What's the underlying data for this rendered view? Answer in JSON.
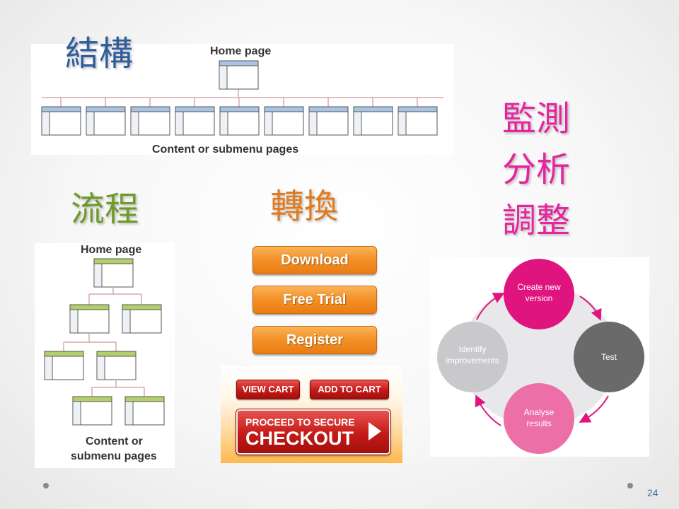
{
  "headings": {
    "structure": "結構",
    "flow": "流程",
    "conversion": "轉換",
    "monitor_lines": [
      "監測",
      "分析",
      "調整"
    ]
  },
  "colors": {
    "structure_heading": "#2f5c9a",
    "flow_heading": "#6e9a2a",
    "conversion_heading": "#e07a1e",
    "monitor_heading": "#e6249e",
    "blue_header": "#a7c4e3",
    "green_header": "#b2d06a",
    "connector": "#d9a9a9",
    "cycle_magenta": "#e0147f",
    "cycle_gray_dark": "#6a6a6a",
    "cycle_pink": "#ec6fa8",
    "cycle_gray_light": "#c9c9cc"
  },
  "structure_diagram": {
    "home_label": "Home page",
    "content_label": "Content or submenu pages"
  },
  "flow_diagram": {
    "home_label": "Home page",
    "content_label_lines": [
      "Content or",
      "submenu pages"
    ]
  },
  "conversion_buttons": {
    "download": "Download",
    "free_trial": "Free Trial",
    "register": "Register",
    "view_cart": "VIEW CART",
    "add_to_cart": "ADD TO CART",
    "checkout_line1": "PROCEED TO SECURE",
    "checkout_line2": "CHECKOUT"
  },
  "cycle": {
    "create_lines": [
      "Create new",
      "version"
    ],
    "test": "Test",
    "analyse_lines": [
      "Analyse",
      "results"
    ],
    "identify_lines": [
      "Identify",
      "improvements"
    ]
  },
  "slide_number": "24"
}
